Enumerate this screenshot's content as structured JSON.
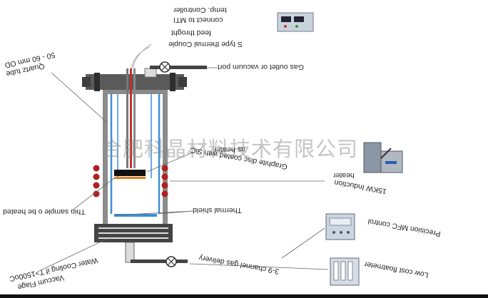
{
  "labels": {
    "temp_controller": "temp. Controller",
    "connect_mti": "connect to MTI",
    "feed_through": "feed throght",
    "thermal_couple": "S type thermal Couple",
    "quartz_od": "50 - 60 mm OD",
    "quartz_tube": "Quartz tube",
    "gas_outlet": "Gas outlet or vacuum port",
    "graphite_disc": "Graphite disc coated with SiC",
    "heater_partial": "as heater",
    "heater": "heater",
    "induction": "15KW Induction",
    "thin_sample": "Thin sample o be heated",
    "thermal_shield": "Thermal shield",
    "precision_mfc": "Precision MFC control",
    "channel_gas": "3-9 channel gas delivery",
    "flowmeter": "Low cost floatmeter",
    "water_cooling": "Water Cooling if T>1500oC",
    "vacuum_flange": "Vaccum Flage"
  },
  "watermark": "合肥科晶材料技术有限公司",
  "colors": {
    "flange": "#5a5a5a",
    "quartz": "#3a8fd8",
    "coil": "#b02020",
    "heater_disc": "#111111",
    "sample": "#e08020"
  },
  "icons": {
    "valve": "valve-icon",
    "controller": "temp-controller-device",
    "induction": "induction-heater-device",
    "mfc": "mfc-device",
    "flowmeter": "flowmeter-device"
  }
}
